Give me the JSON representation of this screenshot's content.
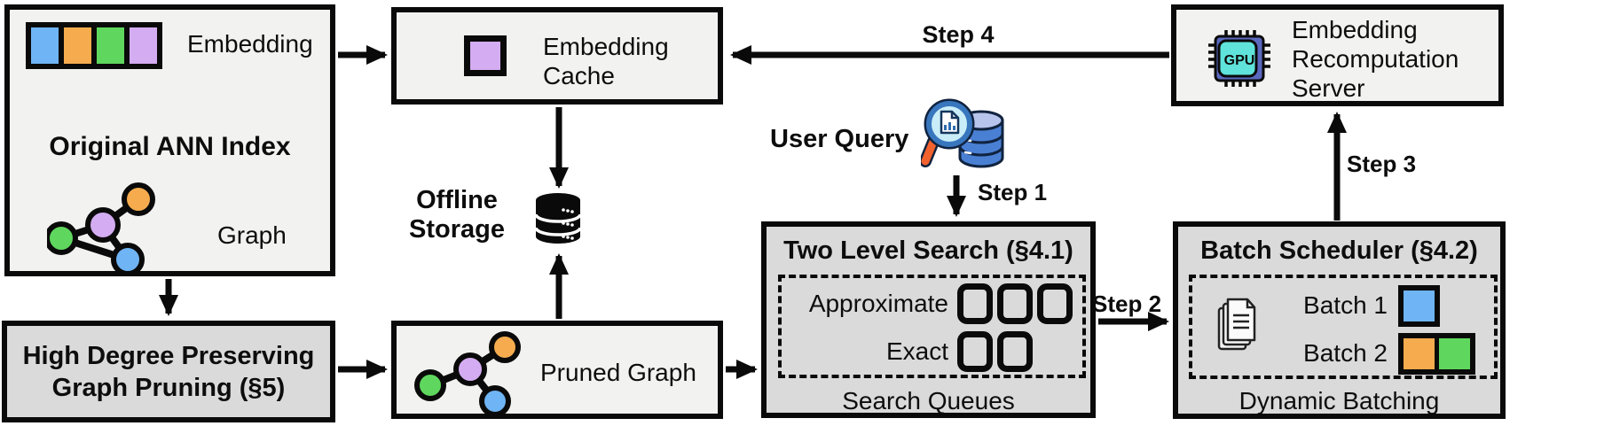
{
  "colors": {
    "box_light": "#f2f2f1",
    "box_gray": "#dadada",
    "border_black": "#0a0a0a",
    "blue": "#6FB4F4",
    "orange": "#F6AC4E",
    "green": "#5FD75E",
    "purple": "#D4ACF1",
    "gpu_body": "#5A69BE",
    "gpu_screen": "#5FE3DA",
    "db_blue": "#4A80D4",
    "db_top": "#B7C5EC",
    "magnifier_rim": "#3876BE",
    "magnifier_lens": "#C9EDF8",
    "handle_orange": "#F2622E"
  },
  "boxes": {
    "original_index": {
      "title": "Original ANN Index",
      "embedding_label": "Embedding",
      "graph_label": "Graph"
    },
    "graph_pruning": {
      "lines": [
        "High Degree Preserving",
        "Graph Pruning (§5)"
      ]
    },
    "embedding_cache": {
      "lines": [
        "Embedding",
        "Cache"
      ]
    },
    "offline_storage": {
      "lines": [
        "Offline",
        "Storage"
      ]
    },
    "pruned_graph": {
      "label": "Pruned Graph"
    },
    "two_level_search": {
      "title": "Two Level Search (§4.1)",
      "row1_label": "Approximate",
      "row2_label": "Exact",
      "footer": "Search Queues"
    },
    "batch_scheduler": {
      "title": "Batch Scheduler (§4.2)",
      "row1_label": "Batch 1",
      "row2_label": "Batch 2",
      "footer": "Dynamic Batching"
    },
    "recomputation_server": {
      "lines": [
        "Embedding",
        "Recomputation",
        "Server"
      ],
      "chip_label": "GPU"
    }
  },
  "labels": {
    "user_query": "User Query",
    "step1": "Step 1",
    "step2": "Step 2",
    "step3": "Step 3",
    "step4": "Step 4"
  }
}
